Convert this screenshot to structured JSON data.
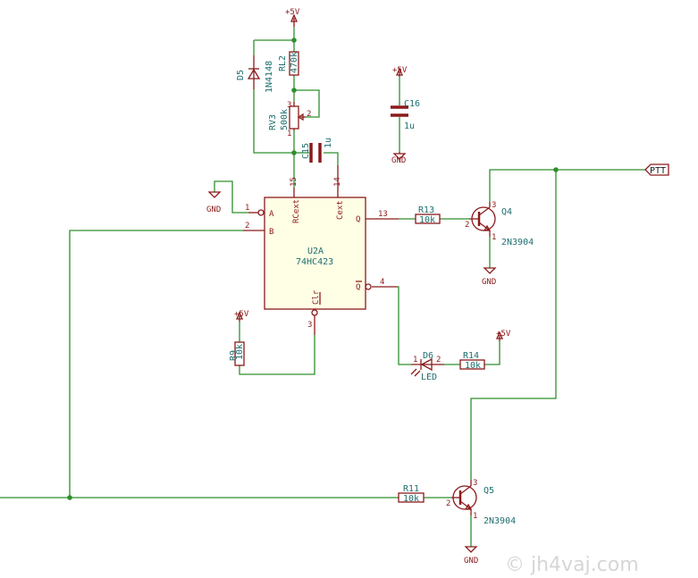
{
  "components": {
    "u2a": {
      "ref": "U2A",
      "value": "74HC423",
      "pins": {
        "a": "A",
        "b": "B",
        "rcext": "RCext",
        "cext": "Cext",
        "q": "Q",
        "qbar": "Q",
        "clr": "Clr",
        "n1": "1",
        "n2": "2",
        "n3": "3",
        "n4": "4",
        "n13": "13",
        "n14": "14",
        "n15": "15"
      }
    },
    "d5": {
      "ref": "D5",
      "value": "1N4148"
    },
    "rl2": {
      "ref": "RL2",
      "value": "470k"
    },
    "rv3": {
      "ref": "RV3",
      "value": "500k",
      "pins": {
        "p1": "1",
        "p2": "2",
        "p3": "3"
      }
    },
    "c15": {
      "ref": "C15",
      "value": "1u"
    },
    "c16": {
      "ref": "C16",
      "value": "1u"
    },
    "r13": {
      "ref": "R13",
      "value": "10k"
    },
    "r9": {
      "ref": "R9",
      "value": "10k"
    },
    "r14": {
      "ref": "R14",
      "value": "10k"
    },
    "r11": {
      "ref": "R11",
      "value": "10k"
    },
    "d6": {
      "ref": "D6",
      "value": "LED",
      "pins": {
        "p1": "1",
        "p2": "2"
      }
    },
    "q4": {
      "ref": "Q4",
      "value": "2N3904",
      "pins": {
        "b": "2",
        "c": "3",
        "e": "1"
      }
    },
    "q5": {
      "ref": "Q5",
      "value": "2N3904",
      "pins": {
        "b": "2",
        "c": "3",
        "e": "1"
      }
    }
  },
  "power": {
    "vcc": "+5V",
    "gnd": "GND"
  },
  "netlabels": {
    "ptt": "PTT"
  },
  "watermark": "© jh4vaj.com"
}
